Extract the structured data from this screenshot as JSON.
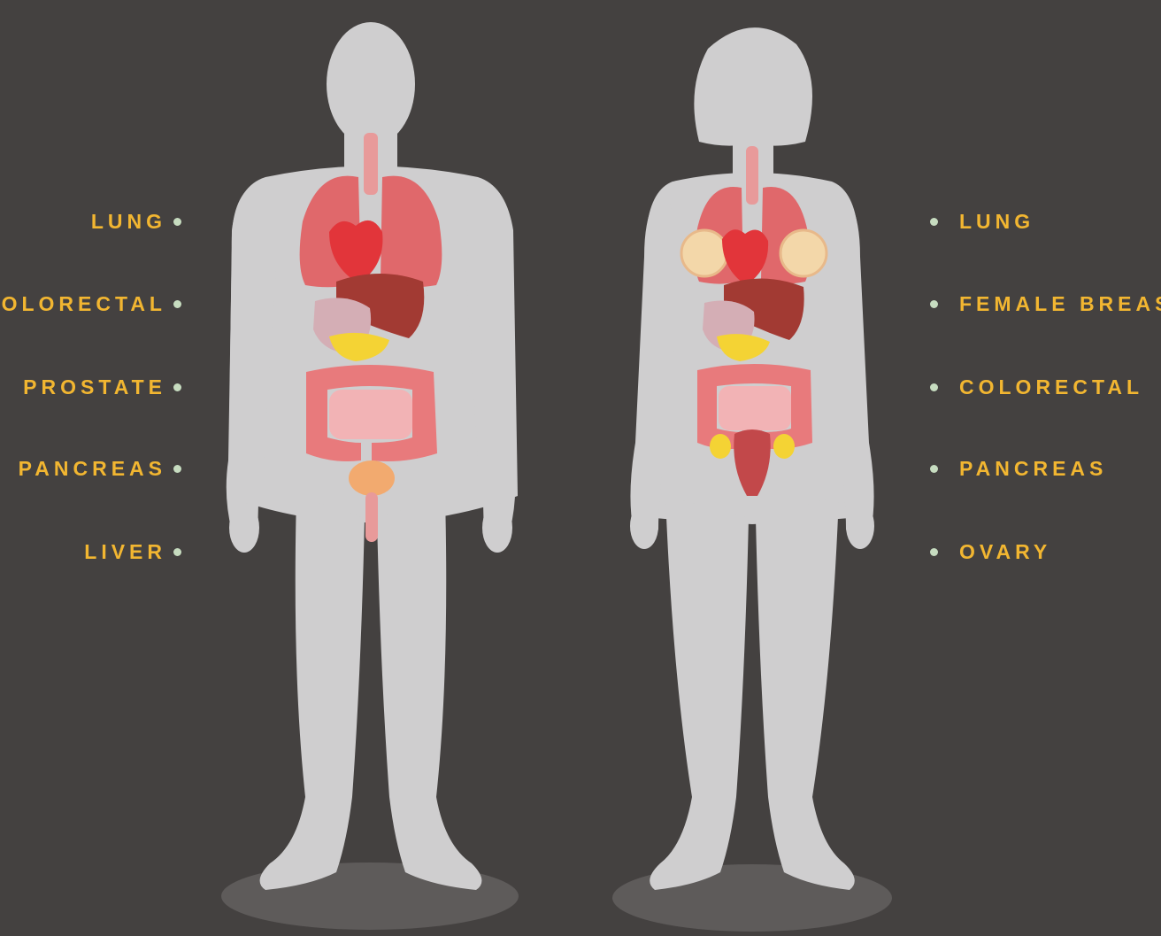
{
  "colors": {
    "background": "#444140",
    "label_text": "#f2b631",
    "bullet": "#c7dcc0",
    "silhouette": "#cfcecf",
    "floor_shadow": "#5e5b5a",
    "organ_lung": "#e0686b",
    "organ_heart": "#e2353a",
    "organ_liver": "#a23a33",
    "organ_intestine": "#e87a7c",
    "organ_pancreas": "#f4d334",
    "organ_bladder": "#f2aa6f",
    "organ_breast": "#f3d7a9"
  },
  "male": {
    "labels": [
      "LUNG",
      "COLORECTAL",
      "PROSTATE",
      "PANCREAS",
      "LIVER"
    ]
  },
  "female": {
    "labels": [
      "LUNG",
      "FEMALE BREAST",
      "COLORECTAL",
      "PANCREAS",
      "OVARY"
    ]
  },
  "icons": {
    "bullet": "bullet-dot-icon"
  }
}
